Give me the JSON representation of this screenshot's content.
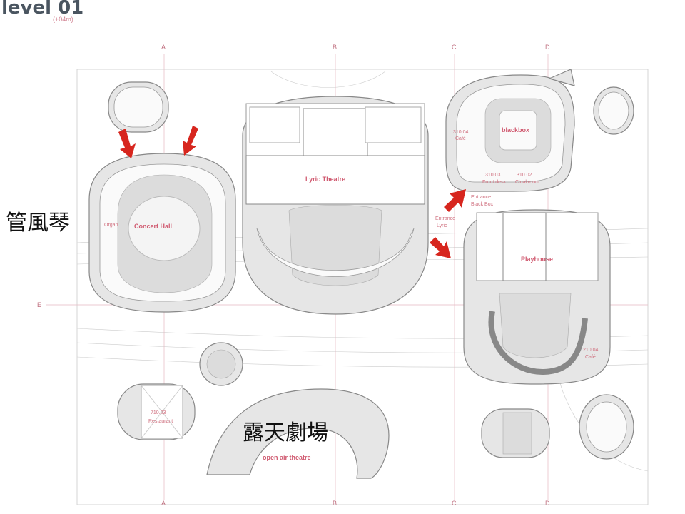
{
  "header": {
    "title": "level 01",
    "subtitle": "(+04m)"
  },
  "grid": {
    "columns": [
      "A",
      "B",
      "C",
      "D"
    ],
    "rows": [
      "E"
    ]
  },
  "rooms": {
    "concert_hall": "Concert Hall",
    "organ": "Organ",
    "lyric_theatre": "Lyric Theatre",
    "entrance_lyric_1": "Entrance",
    "entrance_lyric_2": "Lyric",
    "blackbox": "blackbox",
    "cafe_310_num": "310.04",
    "cafe_310": "Café",
    "front_desk_num": "310.03",
    "front_desk": "Front desk",
    "cloakroom_num": "310.02",
    "cloakroom": "Cloakroom",
    "entrance_bb_1": "Entrance",
    "entrance_bb_2": "Black Box",
    "playhouse": "Playhouse",
    "cafe_210_num": "210.04",
    "cafe_210": "Café",
    "restaurant_num": "710.03",
    "restaurant": "Restaurant",
    "open_air": "open air theatre"
  },
  "annotations": {
    "organ_cn": "管風琴",
    "open_air_cn": "露天劇場"
  },
  "colors": {
    "arrow": "#d7261e",
    "label": "#d05a70",
    "title": "#4a5560"
  }
}
